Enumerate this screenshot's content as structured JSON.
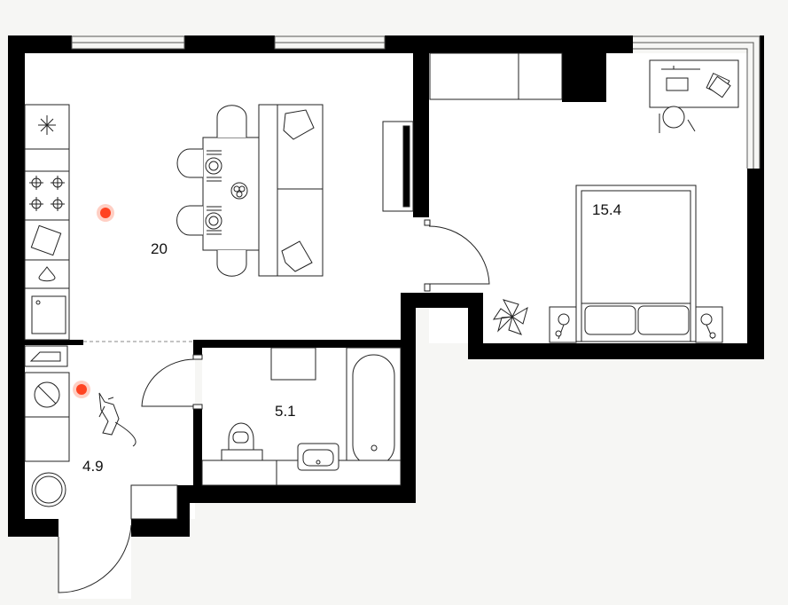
{
  "rooms": [
    {
      "id": "living-kitchen",
      "area": "20"
    },
    {
      "id": "bedroom",
      "area": "15.4"
    },
    {
      "id": "bathroom",
      "area": "5.1"
    },
    {
      "id": "hallway",
      "area": "4.9"
    }
  ],
  "colors": {
    "wall": "#000000",
    "floor": "#ffffff",
    "background": "#f6f6f4",
    "marker": "#ff4422",
    "marker_halo": "#ffcfc4",
    "furniture_stroke": "#222222"
  },
  "markers": [
    {
      "id": "marker-living"
    },
    {
      "id": "marker-hallway"
    }
  ]
}
